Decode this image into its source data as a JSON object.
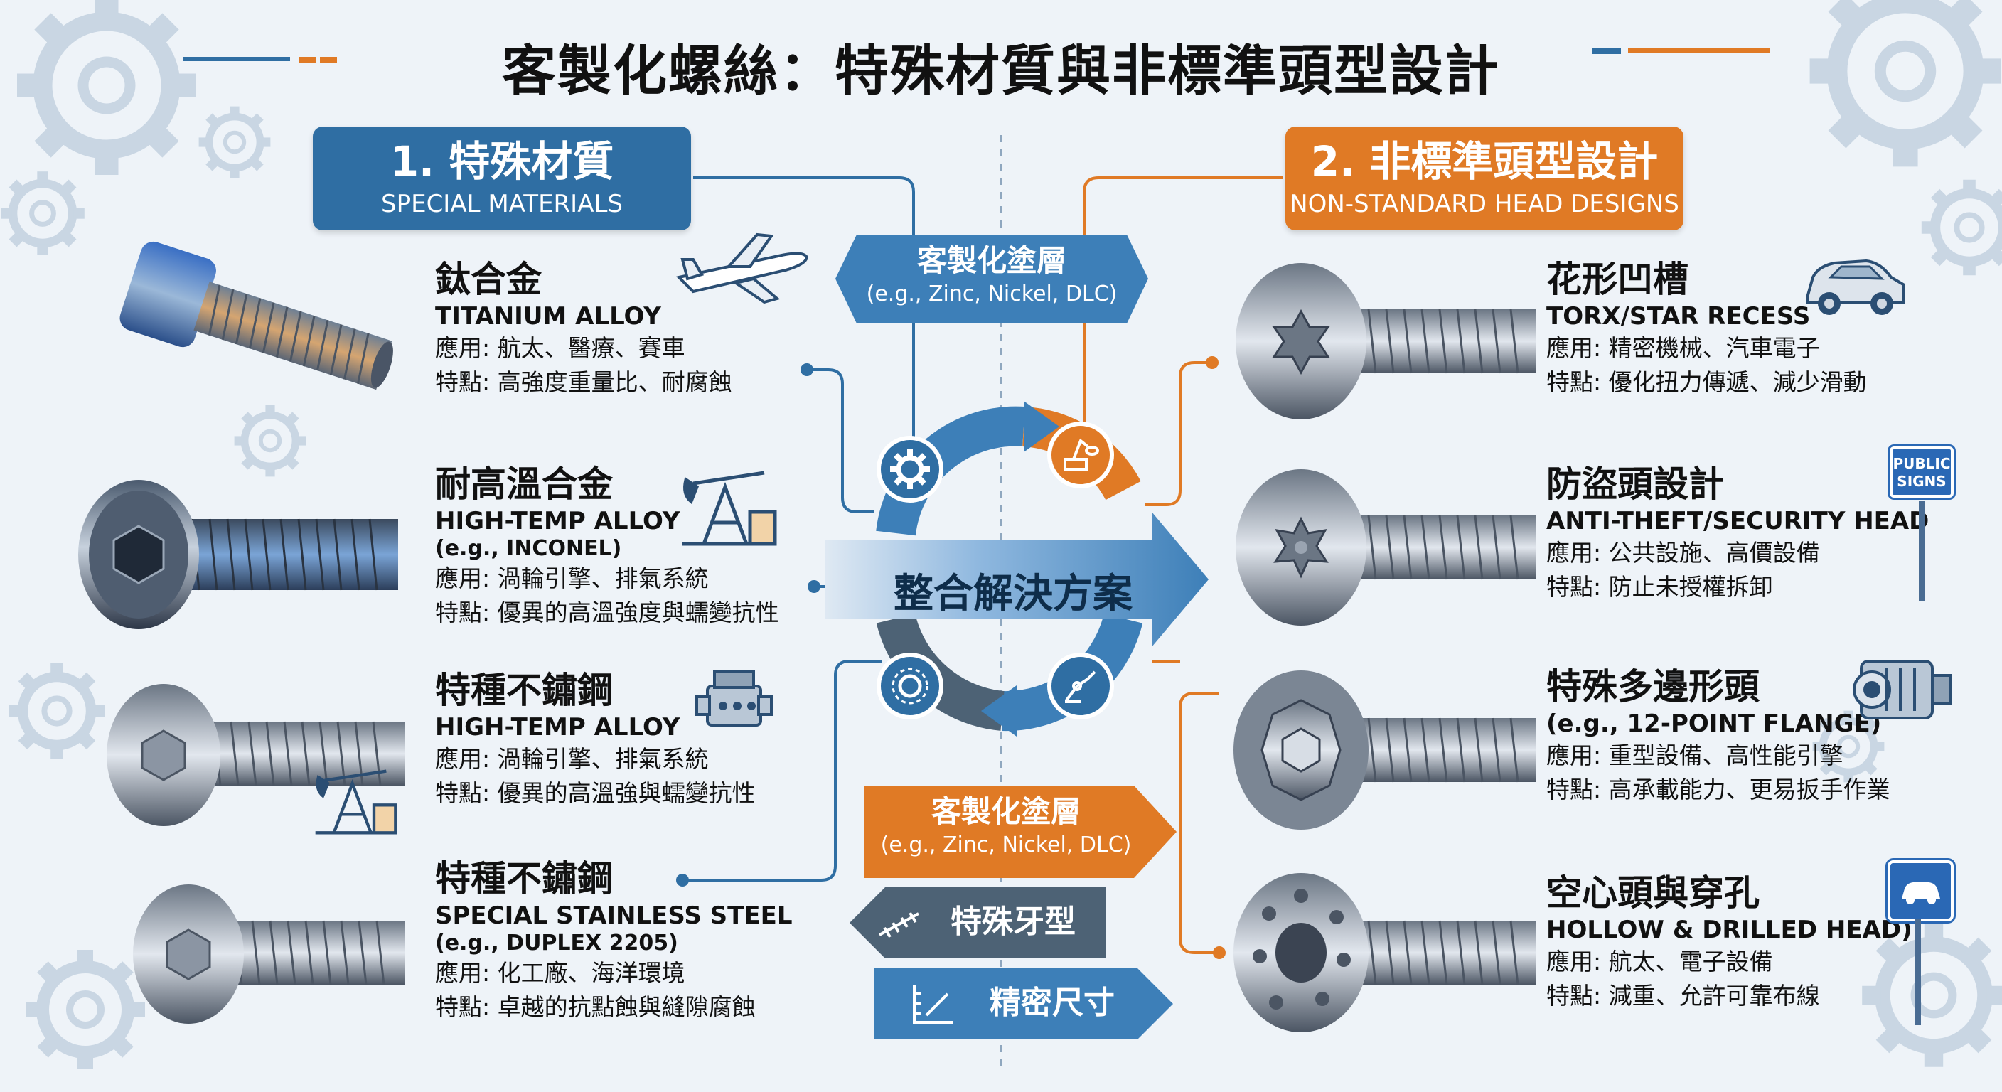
{
  "title": "客製化螺絲：特殊材質與非標準頭型設計",
  "left_header": {
    "zh": "1. 特殊材質",
    "en": "SPECIAL MATERIALS"
  },
  "right_header": {
    "zh": "2. 非標準頭型設計",
    "en": "NON-STANDARD HEAD DESIGNS"
  },
  "materials": [
    {
      "zh": "鈦合金",
      "en": "TITANIUM ALLOY",
      "eg": "",
      "app": "應用: 航太、醫療、賽車",
      "feat": "特點: 高強度重量比、耐腐蝕"
    },
    {
      "zh": "耐高溫合金",
      "en": "HIGH-TEMP ALLOY",
      "eg": "(e.g., INCONEL)",
      "app": "應用: 渦輪引擎、排氣系統",
      "feat": "特點: 優異的高溫強度與蠕變抗性"
    },
    {
      "zh": "特種不鏽鋼",
      "en": "HIGH-TEMP ALLOY",
      "eg": "",
      "app": "應用: 渦輪引擎、排氣系統",
      "feat": "特點: 優異的高溫強與蠕變抗性"
    },
    {
      "zh": "特種不鏽鋼",
      "en": "SPECIAL STAINLESS STEEL",
      "eg": "(e.g., DUPLEX 2205)",
      "app": "應用: 化工廠、海洋環境",
      "feat": "特點: 卓越的抗點蝕與縫隙腐蝕"
    }
  ],
  "heads": [
    {
      "zh": "花形凹槽",
      "en": "TORX/STAR RECESS",
      "eg": "",
      "app": "應用: 精密機械、汽車電子",
      "feat": "特點: 優化扭力傳遞、減少滑動"
    },
    {
      "zh": "防盜頭設計",
      "en": "ANTI-THEFT/SECURITY HEAD",
      "eg": "",
      "app": "應用: 公共設施、高價設備",
      "feat": "特點: 防止未授權拆卸"
    },
    {
      "zh": "特殊多邊形頭",
      "en": "",
      "eg": "(e.g., 12-POINT FLANGE)",
      "app": "應用: 重型設備、高性能引擎",
      "feat": "特點: 高承載能力、更易扳手作業"
    },
    {
      "zh": "空心頭與穿孔",
      "en": "HOLLOW & DRILLED HEAD)",
      "eg": "",
      "app": "應用: 航太、電子設備",
      "feat": "特點: 減重、允許可靠布線"
    }
  ],
  "center": {
    "top_coating": {
      "zh": "客製化塗層",
      "eg": "(e.g., Zinc, Nickel, DLC)"
    },
    "solution": "整合解決方案",
    "bottom_coating": {
      "zh": "客製化塗層",
      "eg": "(e.g., Zinc, Nickel, DLC)"
    },
    "thread": "特殊牙型",
    "precision": "精密尺寸"
  },
  "signs": {
    "public": "PUBLIC SIGNS"
  },
  "colors": {
    "blue": "#2f6ea3",
    "orange": "#e07a25",
    "steel_blue": "#3d7fb8",
    "dark_slate": "#4d6275"
  }
}
